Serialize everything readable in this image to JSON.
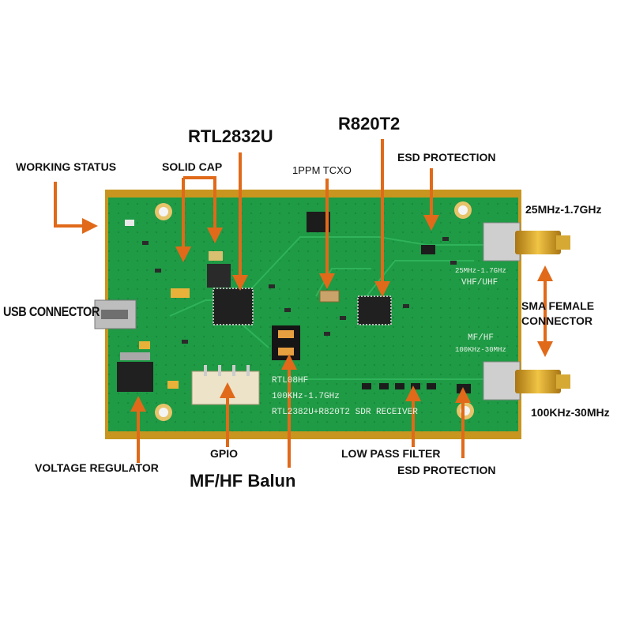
{
  "labels": {
    "rtl2832u": "RTL2832U",
    "r820t2": "R820T2",
    "working_status": "WORKING STATUS",
    "solid_cap": "SOLID CAP",
    "tcxo": "1PPM TCXO",
    "esd_top": "ESD PROTECTION",
    "vhf_freq": "25MHz-1.7GHz",
    "usb": "USB CONNECTOR",
    "sma_line1": "SMA FEMALE",
    "sma_line2": "CONNECTOR",
    "hf_freq": "100KHz-30MHz",
    "voltage_reg": "VOLTAGE REGULATOR",
    "gpio": "GPIO",
    "balun": "MF/HF Balun",
    "lpf": "LOW PASS FILTER",
    "esd_bottom": "ESD PROTECTION"
  },
  "silkscreen": {
    "model": "RTL08HF",
    "range": "100KHz-1.7GHz",
    "chips": "RTL2382U+R820T2 SDR RECEIVER",
    "vhf_small": "25MHz-1.7GHz",
    "vhf_band": "VHF/UHF",
    "hf_band": "MF/HF",
    "hf_small": "100KHz-30MHz"
  },
  "colors": {
    "arrow": "#e06a1a",
    "board": "#1f9a45",
    "gold": "#c8961e"
  }
}
